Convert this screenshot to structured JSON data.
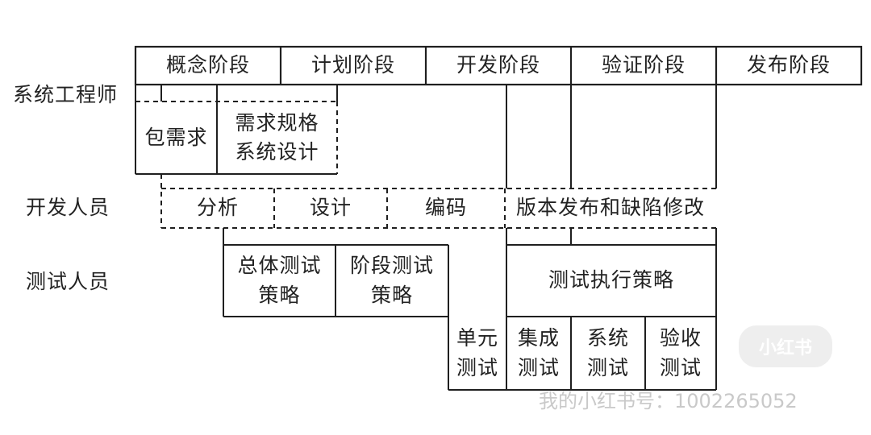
{
  "phases": [
    "概念阶段",
    "计划阶段",
    "开发阶段",
    "验证阶段",
    "发布阶段"
  ],
  "roles": {
    "system_engineer": "系统工程师",
    "developer": "开发人员",
    "tester": "测试人员"
  },
  "system_engineer_tasks": {
    "requirements_package": "包需求",
    "spec_line1": "需求规格",
    "spec_line2": "系统设计"
  },
  "developer_tasks": {
    "analysis": "分析",
    "design": "设计",
    "coding": "编码",
    "release_fix": "版本发布和缺陷修改"
  },
  "tester_strategies": {
    "overall_line1": "总体测试",
    "overall_line2": "策略",
    "phase_line1": "阶段测试",
    "phase_line2": "策略",
    "execution": "测试执行策略"
  },
  "test_levels": [
    {
      "line1": "单元",
      "line2": "测试"
    },
    {
      "line1": "集成",
      "line2": "测试"
    },
    {
      "line1": "系统",
      "line2": "测试"
    },
    {
      "line1": "验收",
      "line2": "测试"
    }
  ],
  "watermark": {
    "text": "我的小红书号：1002265052",
    "logo": "小红书"
  }
}
